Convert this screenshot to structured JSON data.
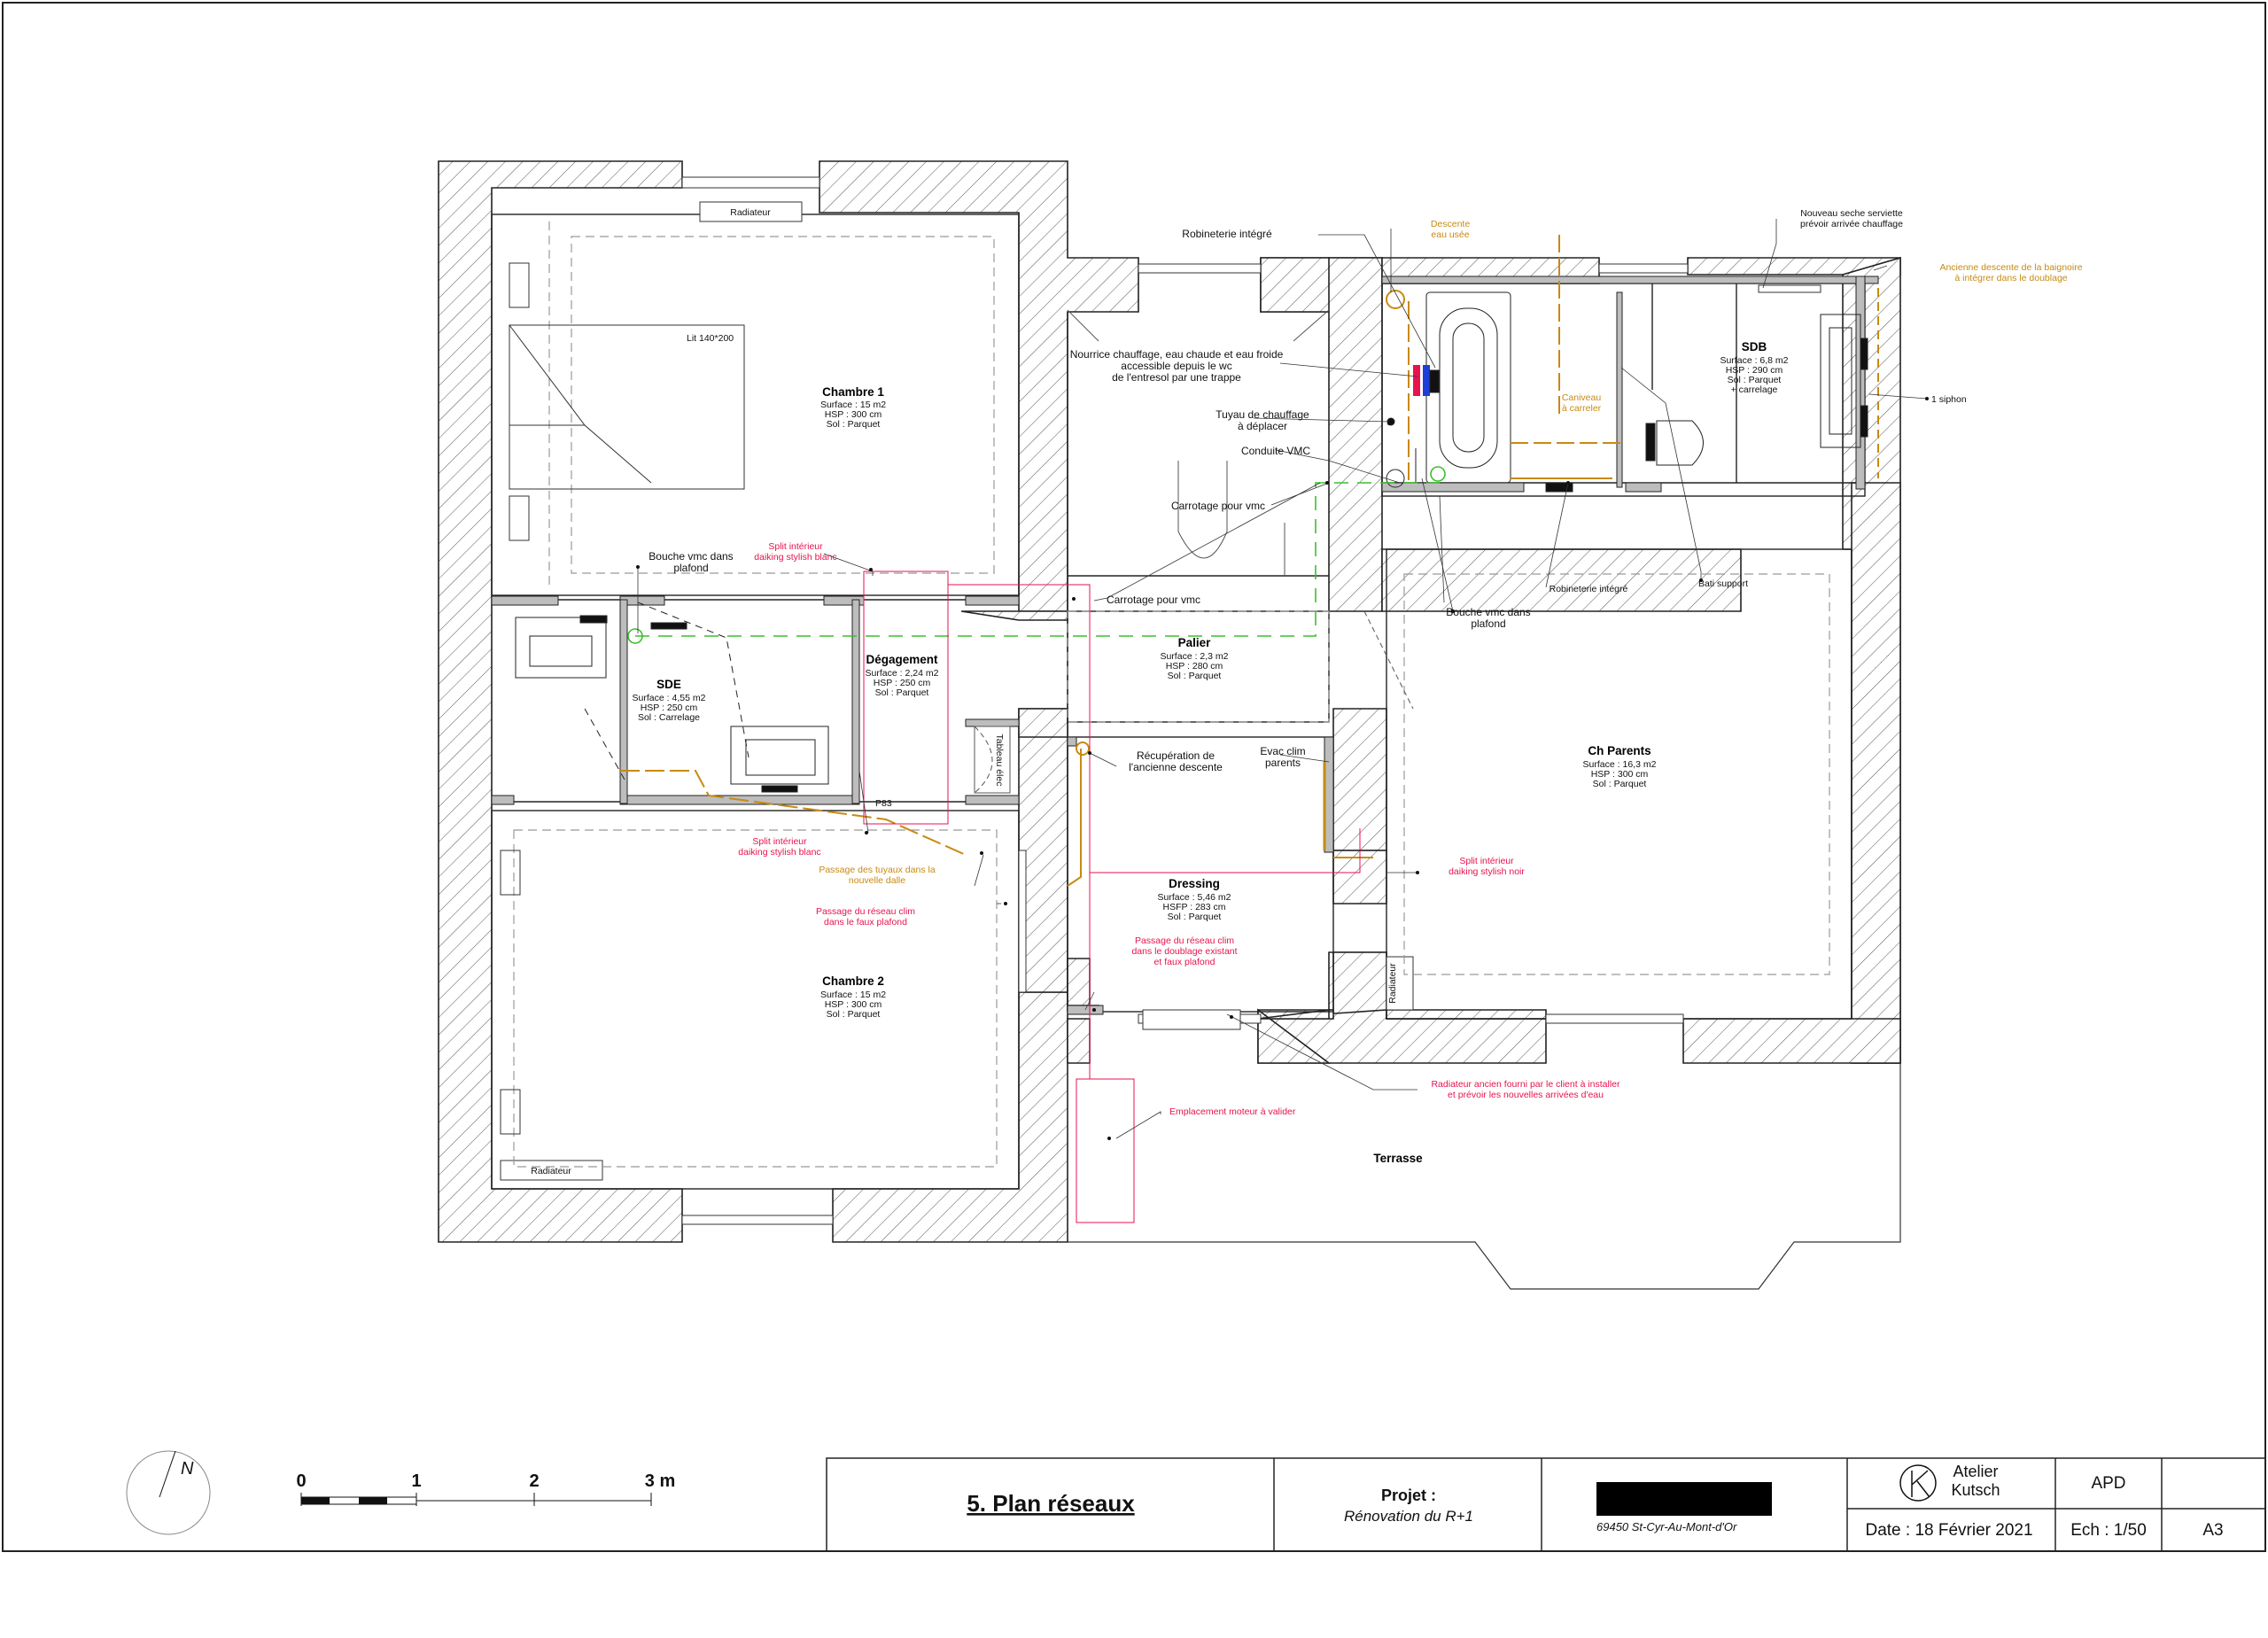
{
  "rooms": {
    "chambre1": {
      "name": "Chambre 1",
      "surface": "Surface : 15 m2",
      "hsp": "HSP : 300 cm",
      "sol": "Sol : Parquet"
    },
    "sde": {
      "name": "SDE",
      "surface": "Surface : 4,55 m2",
      "hsp": "HSP : 250 cm",
      "sol": "Sol : Carrelage"
    },
    "degagement": {
      "name": "Dégagement",
      "surface": "Surface : 2,24 m2",
      "hsp": "HSP : 250 cm",
      "sol": "Sol : Parquet"
    },
    "palier": {
      "name": "Palier",
      "surface": "Surface : 2,3 m2",
      "hsp": "HSP : 280 cm",
      "sol": "Sol : Parquet"
    },
    "sdb": {
      "name": "SDB",
      "surface": "Surface : 6,8 m2",
      "hsp": "HSP : 290 cm",
      "sol": "Sol : Parquet",
      "extra": "+ carrelage"
    },
    "dressing": {
      "name": "Dressing",
      "surface": "Surface : 5,46 m2",
      "hsp": "HSFP : 283 cm",
      "sol": "Sol : Parquet"
    },
    "chparents": {
      "name": "Ch Parents",
      "surface": "Surface : 16,3 m2",
      "hsp": "HSP : 300 cm",
      "sol": "Sol : Parquet"
    },
    "chambre2": {
      "name": "Chambre 2",
      "surface": "Surface : 15 m2",
      "hsp": "HSP : 300 cm",
      "sol": "Sol : Parquet"
    },
    "terrasse": {
      "name": "Terrasse"
    }
  },
  "labels": {
    "radiateur": "Radiateur",
    "lit": "Lit 140*200",
    "bouche_vmc": [
      "Bouche vmc dans",
      "plafond"
    ],
    "split_blanc": [
      "Split intérieur",
      "daiking stylish blanc"
    ],
    "split_blanc2": [
      "Split intérieur",
      "daiking stylish blanc"
    ],
    "split_noir": [
      "Split intérieur",
      "daiking stylish noir"
    ],
    "robinet1": "Robineterie intégré",
    "descente": [
      "Descente",
      "eau usée"
    ],
    "nourrice": [
      "Nourrice chauffage, eau chaude et eau froide",
      "accessible depuis le wc",
      "de l'entresol par une trappe"
    ],
    "tuyau": [
      "Tuyau de chauffage",
      "à déplacer"
    ],
    "conduite": "Conduite VMC",
    "carrotage1": "Carrotage pour vmc",
    "carrotage2": "Carrotage pour vmc",
    "caniveau": [
      "Caniveau",
      "à carreler"
    ],
    "seche": [
      "Nouveau seche serviette",
      "prévoir arrivée chauffage"
    ],
    "baignoire": [
      "Ancienne descente de la baignoire",
      "à intégrer dans le doublage"
    ],
    "siphon": "1 siphon",
    "robinet2": "Robineterie intégré",
    "bati": "Bati support",
    "bouche_vmc2": [
      "Bouche vmc dans",
      "plafond"
    ],
    "tableau": "Tableau élec",
    "p83": "P83",
    "passage_tuyaux": [
      "Passage des tuyaux dans la",
      "nouvelle dalle"
    ],
    "passage_clim": [
      "Passage du réseau clim",
      "dans le faux plafond"
    ],
    "recup": [
      "Récupération de",
      "l'ancienne descente"
    ],
    "evac": [
      "Evac clim",
      "parents"
    ],
    "passage_clim2": [
      "Passage du réseau clim",
      "dans le doublage existant",
      "et faux plafond"
    ],
    "radiateur_ancien": [
      "Radiateur ancien fourni par le client à installer",
      "et prévoir les nouvelles arrivées d'eau"
    ],
    "moteur": "Emplacement moteur à valider"
  },
  "scale": {
    "ticks": [
      "0",
      "1",
      "2",
      "3 m"
    ]
  },
  "compass": {
    "letter": "N"
  },
  "title_block": {
    "title": "5. Plan réseaux",
    "projet_label": "Projet :",
    "projet_name": "Rénovation du R+1",
    "address": "69450 St-Cyr-Au-Mont-d'Or",
    "firm": [
      "Atelier",
      "Kutsch"
    ],
    "phase": "APD",
    "date": "Date : 18 Février 2021",
    "scale": "Ech : 1/50",
    "format": "A3"
  },
  "colors": {
    "red": "#e8124f",
    "orange": "#c88a12",
    "green": "#3bbf2f",
    "blue": "#1d3fd6",
    "line": "#111111"
  }
}
